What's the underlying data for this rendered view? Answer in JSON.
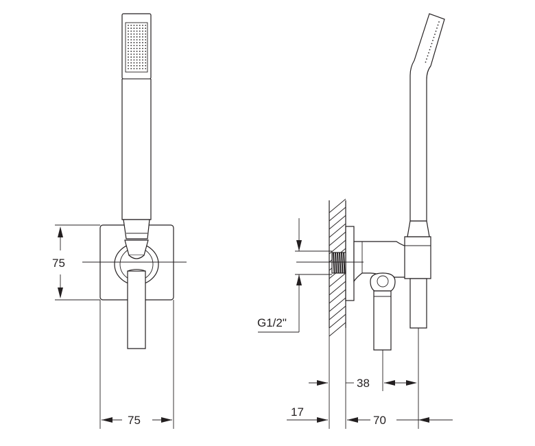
{
  "dimensions": {
    "front_plate_height": "75",
    "front_plate_width": "75",
    "thread": "G1/2\"",
    "outlet_offset": "38",
    "wall_plate_thickness": "17",
    "projection": "70"
  },
  "colors": {
    "line": "#231f20",
    "background": "#ffffff"
  }
}
